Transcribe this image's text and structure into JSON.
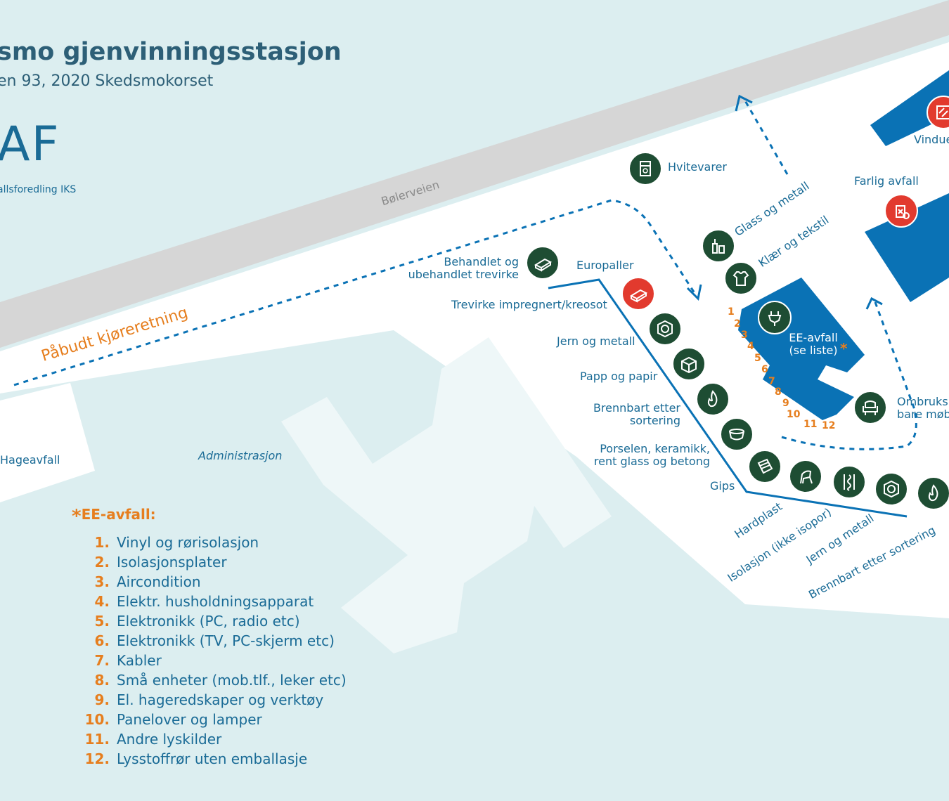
{
  "header": {
    "title": "smo gjenvinningsstasjon",
    "address": "en 93, 2020 Skedsmokorset",
    "logo_text": "AF",
    "logo_sub": "allsforedling IKS"
  },
  "map": {
    "road_name": "Bølerveien",
    "direction_label": "Påbudt kjøreretning",
    "areas": {
      "hageavfall": "Hageavfall",
      "administrasjon": "Administrasjon",
      "ee_avfall_line1": "EE-avfall",
      "ee_avfall_line2": "(se liste)"
    },
    "stations": {
      "hvitevarer": "Hvitevarer",
      "glass_metall": "Glass og metall",
      "klaer_tekstil": "Klær og tekstil",
      "vinduer": "Vindue",
      "farlig_avfall": "Farlig avfall",
      "trevirke_line1": "Behandlet og",
      "trevirke_line2": "ubehandlet trevirke",
      "europaller": "Europaller",
      "trevirke_impregnert": "Trevirke impregnert/kreosot",
      "jern_metall": "Jern og metall",
      "papp_papir": "Papp og papir",
      "brennbart_line1": "Brennbart etter",
      "brennbart_line2": "sortering",
      "porselen_line1": "Porselen, keramikk,",
      "porselen_line2": "rent glass og betong",
      "gips": "Gips",
      "ombruk_line1": "Ombruksb",
      "ombruk_line2": "bare møb",
      "hardplast": "Hardplast",
      "isolasjon": "Isolasjon (ikke isopor)",
      "jern_metall_2": "Jern og metall",
      "brennbart_2": "Brennbart etter sortering"
    },
    "ee_numbers": [
      "1",
      "2",
      "3",
      "4",
      "5",
      "6",
      "7",
      "8",
      "9",
      "10",
      "11",
      "12"
    ]
  },
  "legend": {
    "star": "*",
    "title": "EE-avfall:",
    "items": [
      {
        "num": "1.",
        "text": "Vinyl og rørisolasjon"
      },
      {
        "num": "2.",
        "text": "Isolasjonsplater"
      },
      {
        "num": "3.",
        "text": "Aircondition"
      },
      {
        "num": "4.",
        "text": "Elektr. husholdningsapparat"
      },
      {
        "num": "5.",
        "text": "Elektronikk (PC, radio etc)"
      },
      {
        "num": "6.",
        "text": "Elektronikk (TV, PC-skjerm etc)"
      },
      {
        "num": "7.",
        "text": "Kabler"
      },
      {
        "num": "8.",
        "text": "Små enheter (mob.tlf., leker etc)"
      },
      {
        "num": "9.",
        "text": "El. hageredskaper og verktøy"
      },
      {
        "num": "10.",
        "text": "Panelover og lamper"
      },
      {
        "num": "11.",
        "text": "Andre lyskilder"
      },
      {
        "num": "12.",
        "text": "Lysstoffrør uten emballasje"
      }
    ]
  },
  "colors": {
    "water_bg": "#dceef0",
    "road": "#d6d6d6",
    "ground": "#ffffff",
    "building_blue": "#0a72b5",
    "icon_green": "#1e4d33",
    "icon_red": "#e23a2e",
    "accent_orange": "#e67e1e",
    "text_blue": "#1a6b96"
  }
}
